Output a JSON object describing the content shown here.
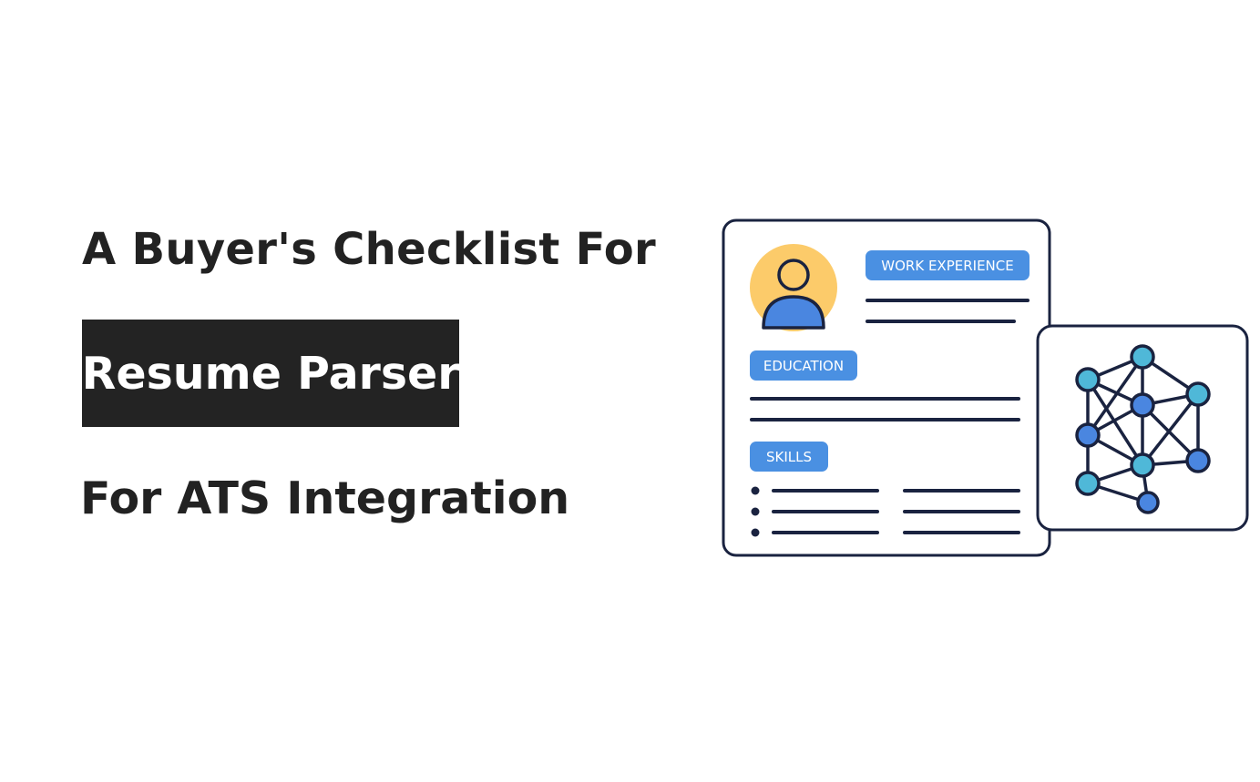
{
  "headline": {
    "line1": "A Buyer's Checklist For",
    "highlight": "Resume Parser",
    "line2": "For ATS Integration"
  },
  "illustration": {
    "resume_card": {
      "sections": {
        "work": "WORK EXPERIENCE",
        "education": "EDUCATION",
        "skills": "SKILLS"
      },
      "icons": [
        "avatar-icon",
        "bullet-list-icon"
      ]
    },
    "network_card": {
      "icon": "neural-network-icon"
    }
  },
  "colors": {
    "headline_text": "#222222",
    "highlight_bg": "#232323",
    "highlight_text": "#ffffff",
    "outline": "#1a2340",
    "pill_blue": "#4a90e2",
    "avatar_bg": "#fccb6a",
    "node_cyan": "#4fb8d8",
    "node_blue": "#4a86e0"
  }
}
